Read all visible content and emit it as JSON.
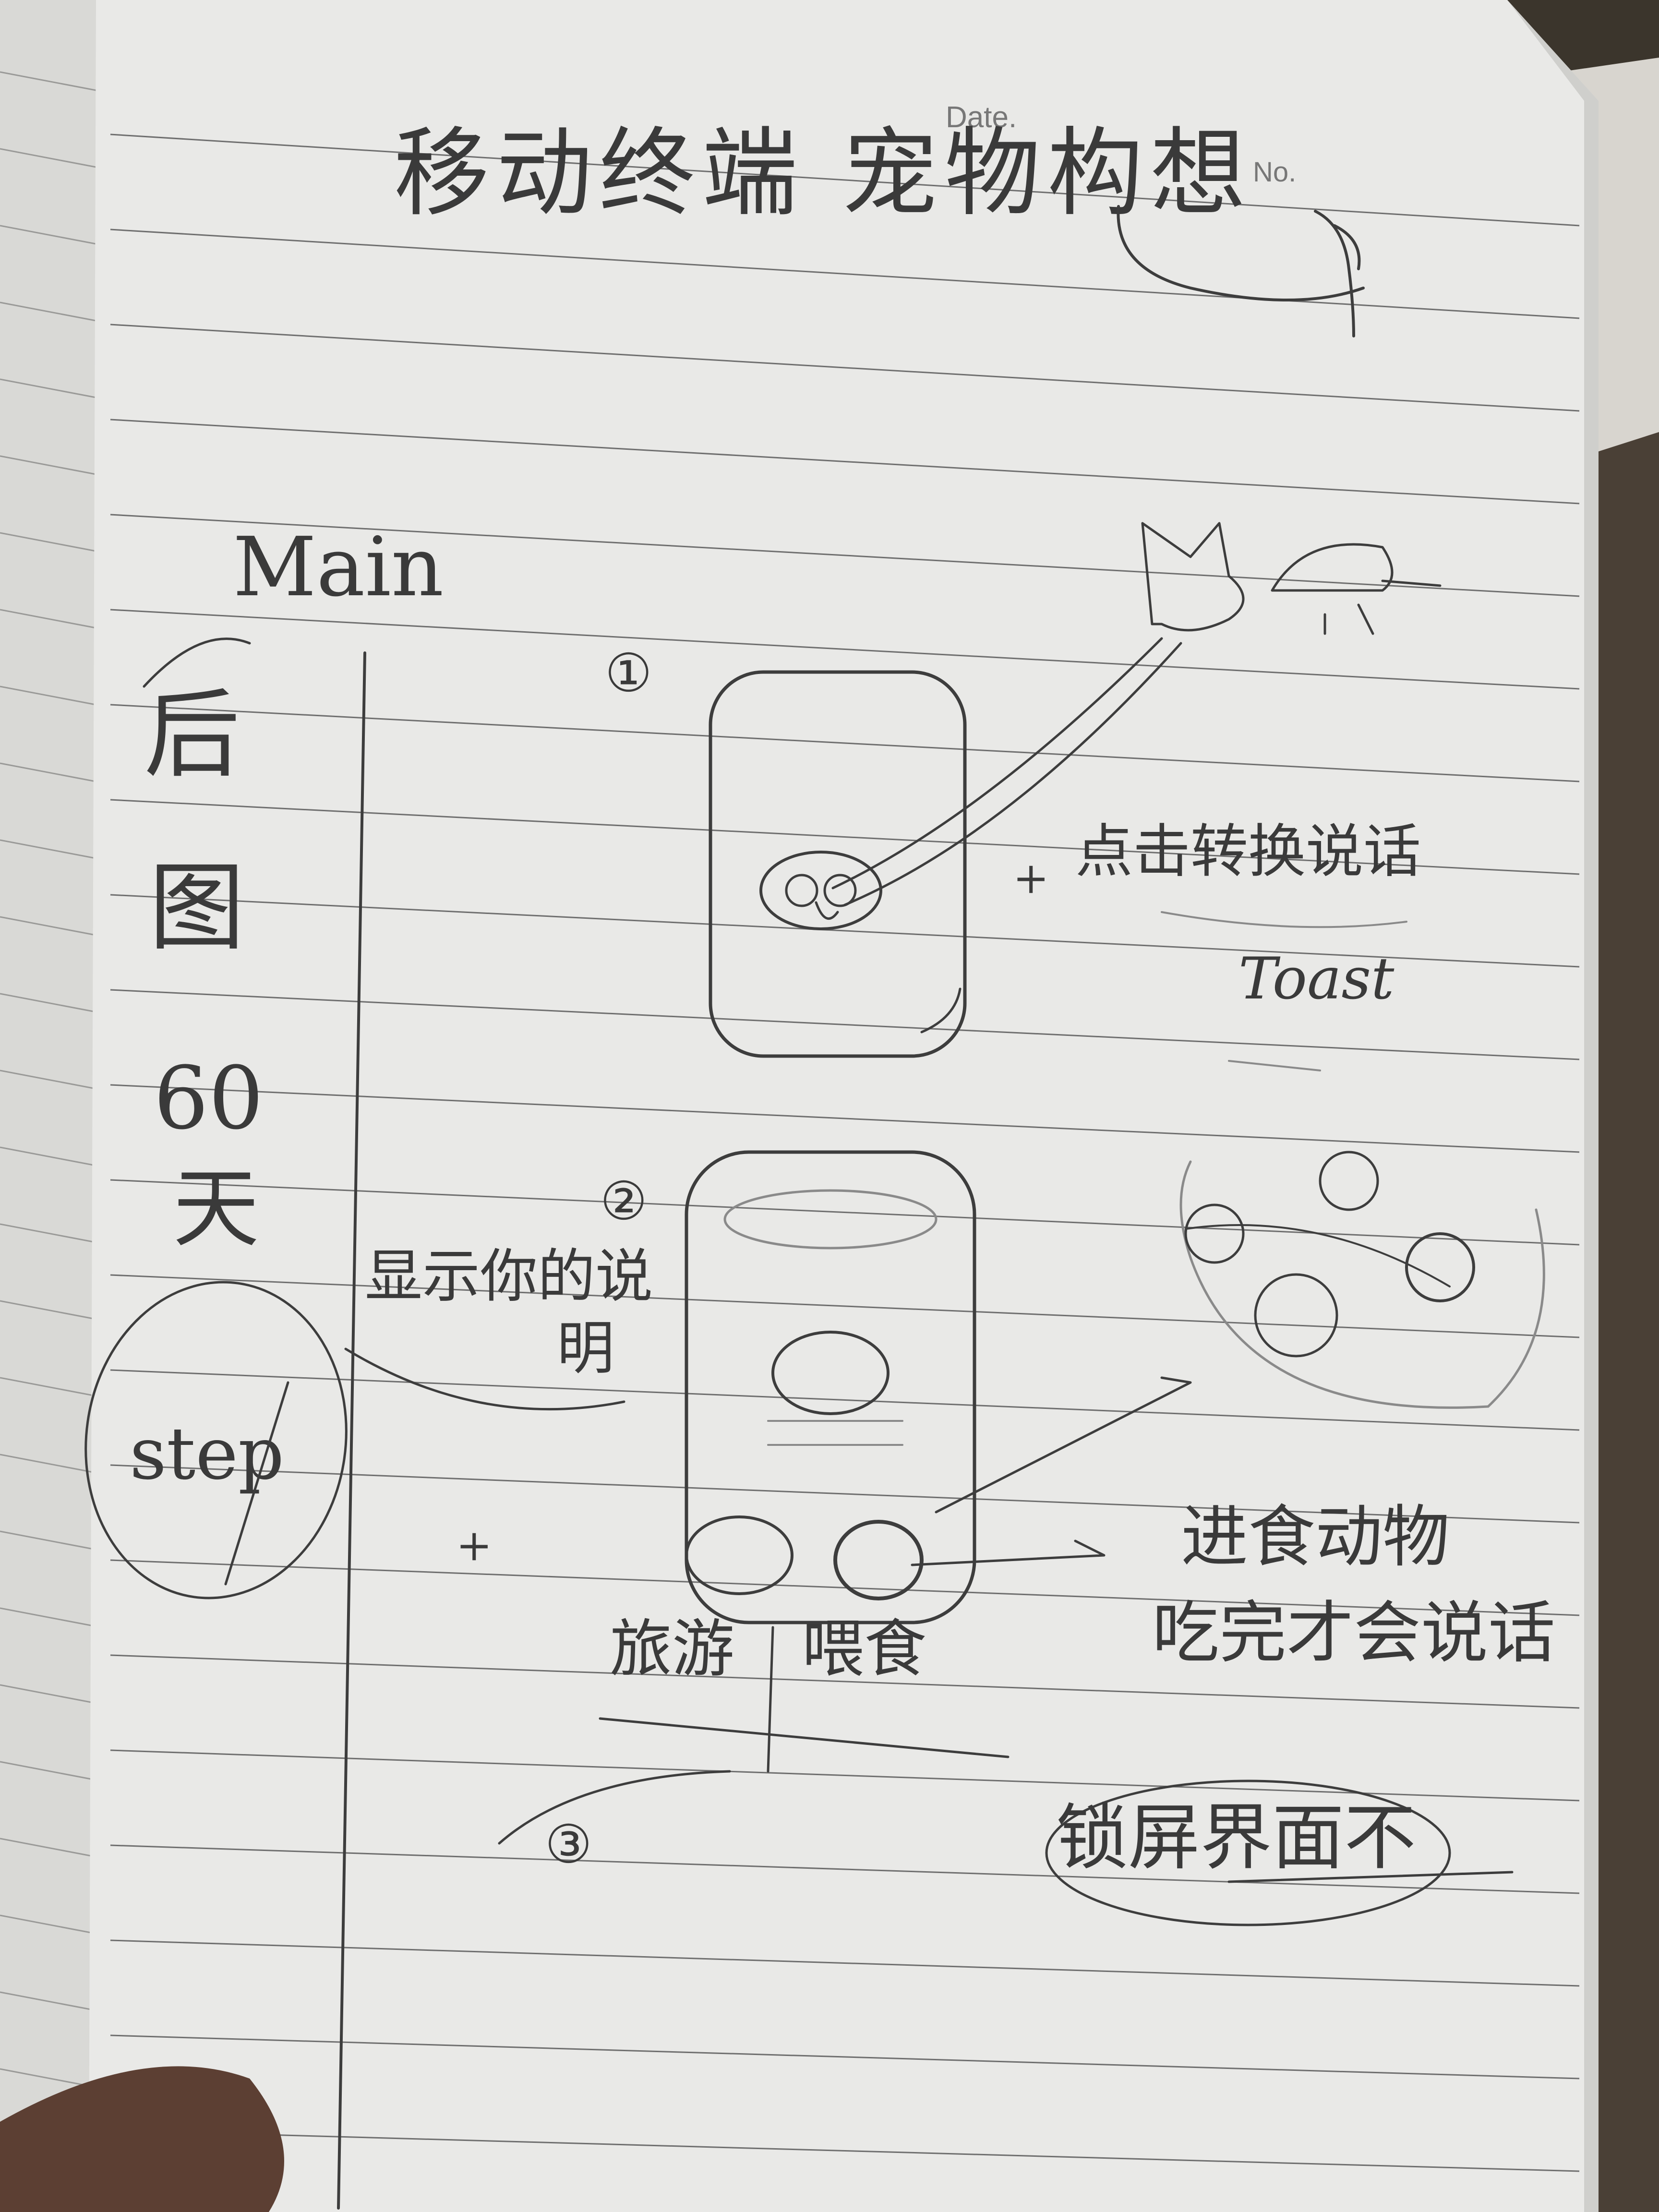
{
  "header": {
    "date_label": "Date.",
    "no_label": "No.",
    "title": "移动终端 宠物构想"
  },
  "margin_column": {
    "heading": "Main",
    "chars": [
      "后",
      "图",
      "60",
      "天"
    ],
    "step_label": "step"
  },
  "frames": [
    {
      "number": "①",
      "note": "点击转换说话",
      "note_2": "Toast"
    },
    {
      "number": "②",
      "left_note_line1": "显示你的说",
      "left_note_line2": "明",
      "buttons": [
        "旅游",
        "喂食"
      ],
      "note_line1": "进食动物",
      "note_line2": "吃完才会说话"
    },
    {
      "number": "③",
      "note": "锁屏界面不"
    }
  ],
  "colors": {
    "paper": "#e9e9e7",
    "ink": "#3d3d3d",
    "rule": "#6f6f6f",
    "background": "#4a4036"
  }
}
